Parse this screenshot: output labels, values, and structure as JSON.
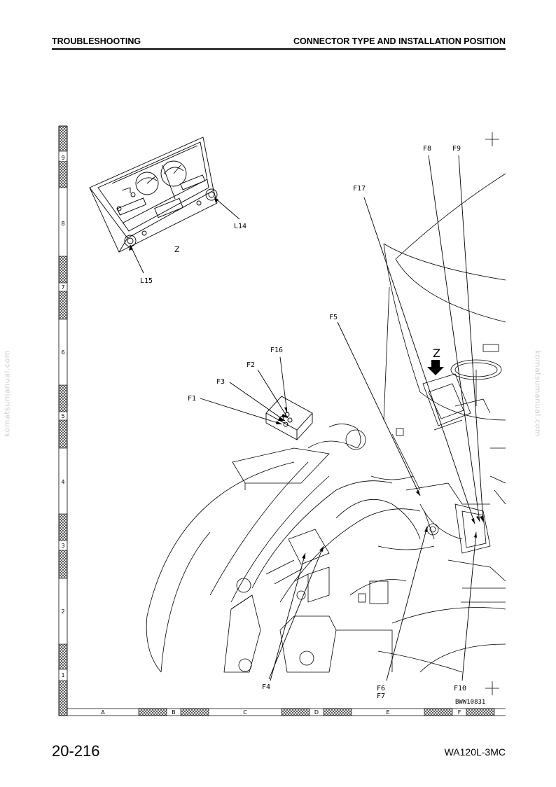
{
  "header": {
    "left": "TROUBLESHOOTING",
    "right": "CONNECTOR TYPE AND INSTALLATION POSITION"
  },
  "footer": {
    "page_number": "20-216",
    "model": "WA120L-3MC"
  },
  "watermark": "komatsumanual.com",
  "grid": {
    "rows": [
      "9",
      "8",
      "7",
      "6",
      "5",
      "4",
      "3",
      "2",
      "1"
    ],
    "columns": [
      "A",
      "B",
      "C",
      "D",
      "E",
      "F"
    ]
  },
  "figure": {
    "view_label": "Z",
    "arrow_label": "Z",
    "code": "BWW10831",
    "labels": {
      "L14": "L14",
      "L15": "L15",
      "F1": "F1",
      "F2": "F2",
      "F3": "F3",
      "F4": "F4",
      "F5": "F5",
      "F6": "F6",
      "F7": "F7",
      "F8": "F8",
      "F9": "F9",
      "F10": "F10",
      "F16": "F16",
      "F17": "F17"
    }
  }
}
